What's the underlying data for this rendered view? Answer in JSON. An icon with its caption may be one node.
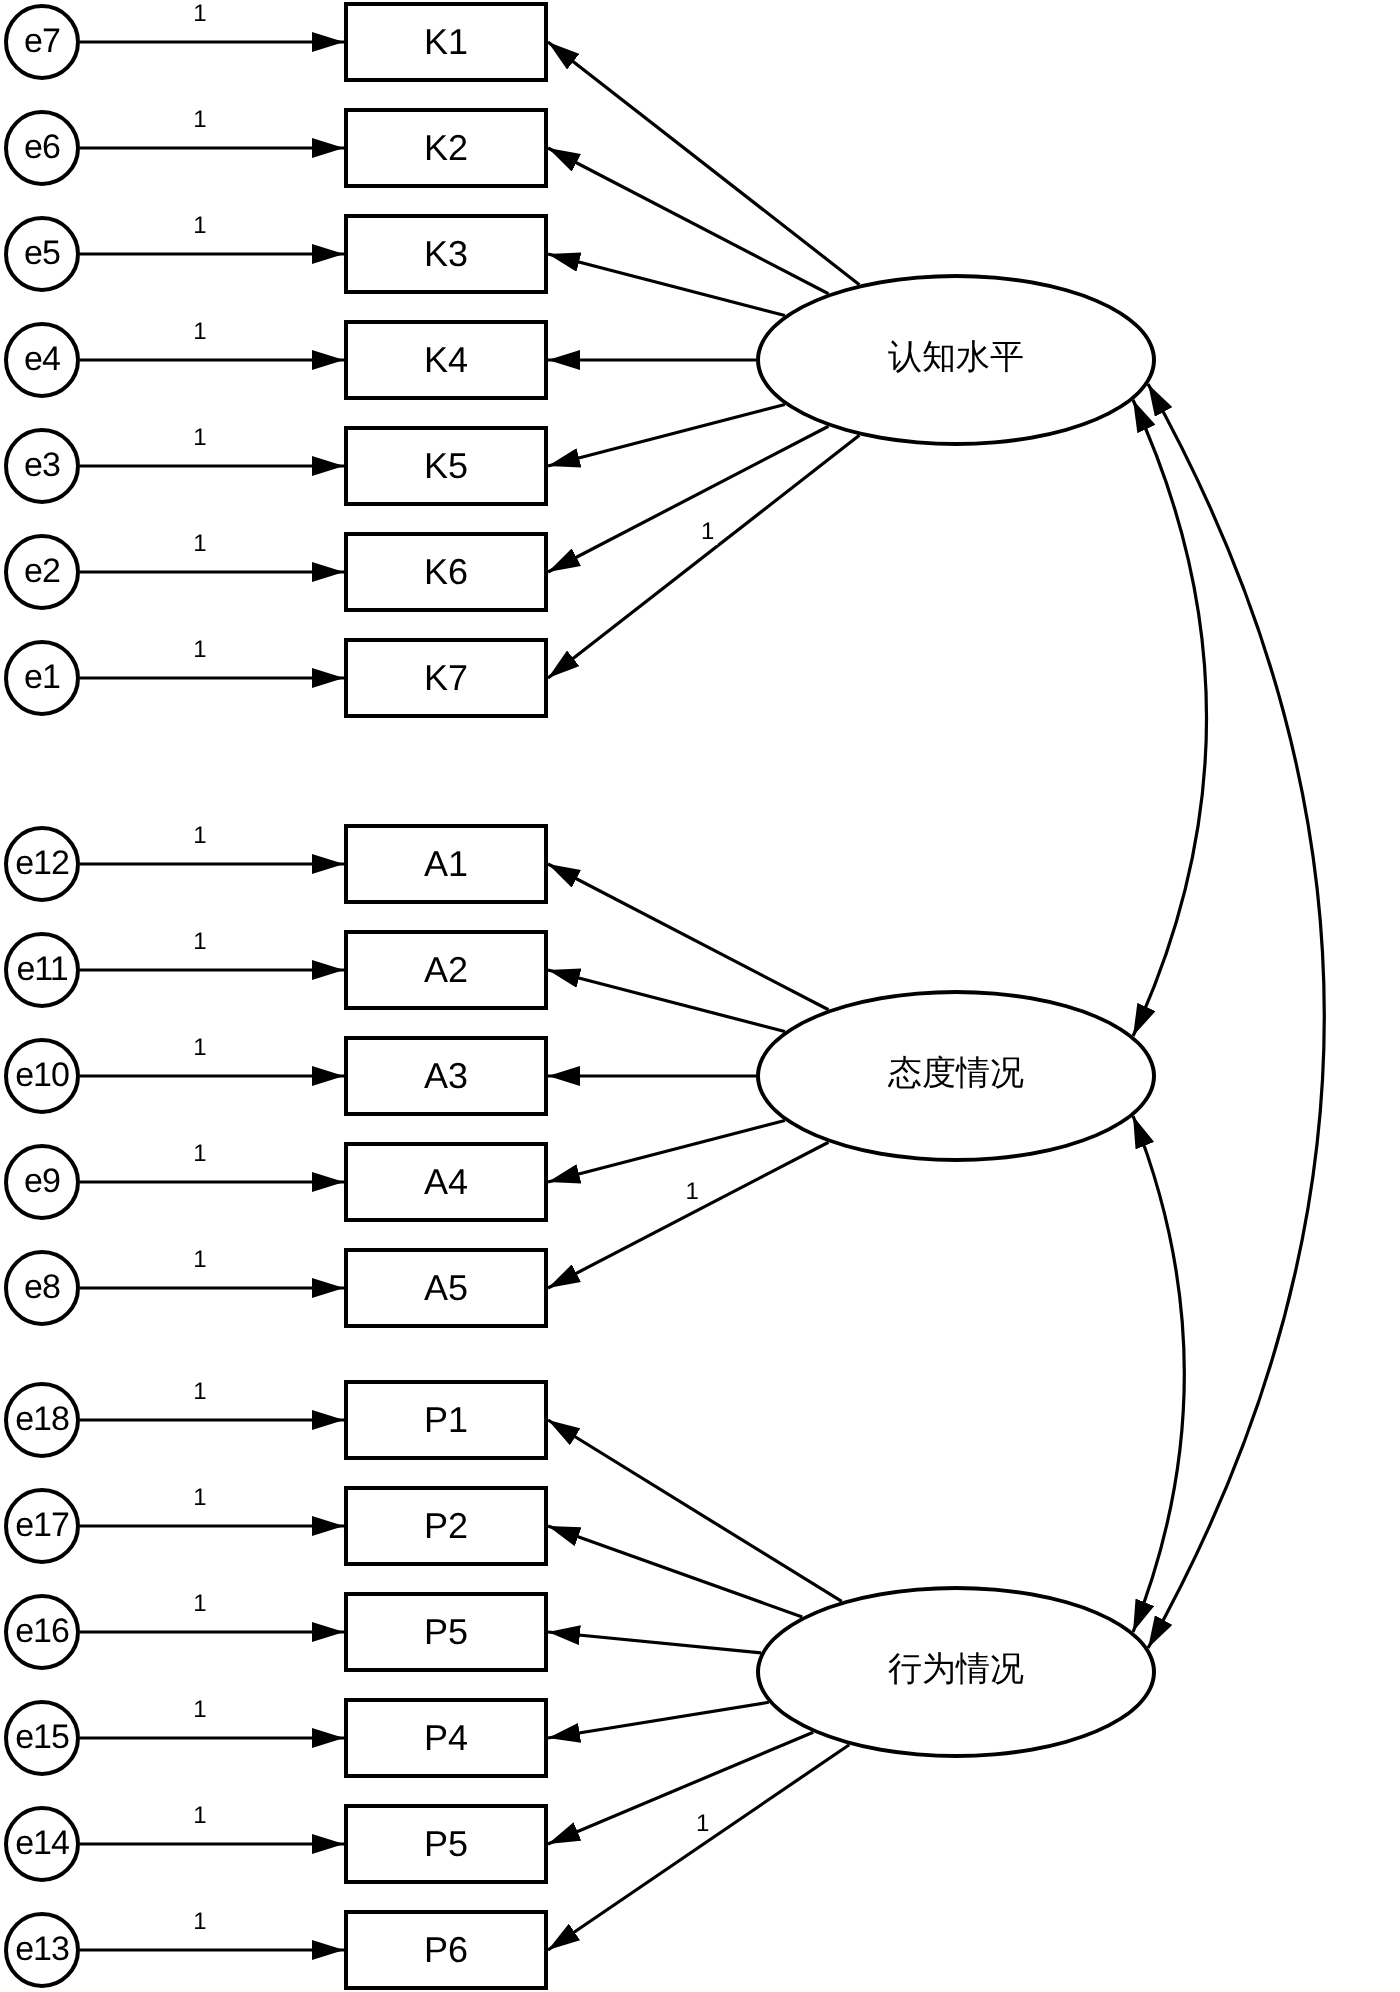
{
  "diagram": {
    "nodes": [
      {
        "text": [
          "e7"
        ]
      },
      {
        "text": [
          "K1"
        ]
      },
      {
        "text": [
          "e6"
        ]
      },
      {
        "text": [
          "K2"
        ]
      },
      {
        "text": [
          "e5"
        ]
      },
      {
        "text": [
          "K3"
        ]
      },
      {
        "text": [
          "e4"
        ]
      },
      {
        "text": [
          "K4"
        ]
      },
      {
        "text": [
          "认知水平"
        ]
      },
      {
        "text": [
          "e3"
        ]
      },
      {
        "text": [
          "K5"
        ]
      },
      {
        "text": [
          "e2"
        ]
      },
      {
        "text": [
          "K6"
        ]
      },
      {
        "text": [
          "e1"
        ]
      },
      {
        "text": [
          "K7"
        ]
      },
      {
        "text": [
          "e12"
        ]
      },
      {
        "text": [
          "A1"
        ]
      },
      {
        "text": [
          "e11"
        ]
      },
      {
        "text": [
          "A2"
        ]
      },
      {
        "text": [
          "e10"
        ]
      },
      {
        "text": [
          "A3"
        ]
      },
      {
        "text": [
          "态度情况"
        ]
      },
      {
        "text": [
          "e9"
        ]
      },
      {
        "text": [
          "A4"
        ]
      },
      {
        "text": [
          "e8"
        ]
      },
      {
        "text": [
          "A5"
        ]
      },
      {
        "text": [
          "e18"
        ]
      },
      {
        "text": [
          "P1"
        ]
      },
      {
        "text": [
          "e17"
        ]
      },
      {
        "text": [
          "P2"
        ]
      },
      {
        "text": [
          "e16"
        ]
      },
      {
        "text": [
          "P5"
        ]
      },
      {
        "text": [
          "行为情况"
        ]
      },
      {
        "text": [
          "e15"
        ]
      },
      {
        "text": [
          "P4"
        ]
      },
      {
        "text": [
          "e14"
        ]
      },
      {
        "text": [
          "P5"
        ]
      },
      {
        "text": [
          "e13"
        ]
      },
      {
        "text": [
          "P6"
        ]
      }
    ],
    "edges": [
      {
        "from": 0,
        "to": 1,
        "arrow": "to",
        "label": "1"
      },
      {
        "from": 2,
        "to": 3,
        "arrow": "to",
        "label": "1"
      },
      {
        "from": 4,
        "to": 5,
        "arrow": "to",
        "label": "1"
      },
      {
        "from": 6,
        "to": 7,
        "arrow": "to",
        "label": "1"
      },
      {
        "from": 9,
        "to": 10,
        "arrow": "to",
        "label": "1"
      },
      {
        "from": 11,
        "to": 12,
        "arrow": "to",
        "label": "1"
      },
      {
        "from": 13,
        "to": 14,
        "arrow": "to",
        "label": "1"
      },
      {
        "from": 8,
        "to": 1,
        "arrow": "to"
      },
      {
        "from": 8,
        "to": 3,
        "arrow": "to"
      },
      {
        "from": 8,
        "to": 5,
        "arrow": "to"
      },
      {
        "from": 8,
        "to": 7,
        "arrow": "to"
      },
      {
        "from": 8,
        "to": 10,
        "arrow": "to"
      },
      {
        "from": 8,
        "to": 12,
        "arrow": "to"
      },
      {
        "from": 8,
        "to": 14,
        "arrow": "to",
        "label": "1"
      },
      {
        "from": 15,
        "to": 16,
        "arrow": "to",
        "label": "1"
      },
      {
        "from": 17,
        "to": 18,
        "arrow": "to",
        "label": "1"
      },
      {
        "from": 19,
        "to": 20,
        "arrow": "to",
        "label": "1"
      },
      {
        "from": 22,
        "to": 23,
        "arrow": "to",
        "label": "1"
      },
      {
        "from": 24,
        "to": 25,
        "arrow": "to",
        "label": "1"
      },
      {
        "from": 21,
        "to": 16,
        "arrow": "to"
      },
      {
        "from": 21,
        "to": 18,
        "arrow": "to"
      },
      {
        "from": 21,
        "to": 20,
        "arrow": "to"
      },
      {
        "from": 21,
        "to": 23,
        "arrow": "to"
      },
      {
        "from": 21,
        "to": 25,
        "arrow": "to",
        "label": "1"
      },
      {
        "from": 26,
        "to": 27,
        "arrow": "to",
        "label": "1"
      },
      {
        "from": 28,
        "to": 29,
        "arrow": "to",
        "label": "1"
      },
      {
        "from": 30,
        "to": 31,
        "arrow": "to",
        "label": "1"
      },
      {
        "from": 33,
        "to": 34,
        "arrow": "to",
        "label": "1"
      },
      {
        "from": 35,
        "to": 36,
        "arrow": "to",
        "label": "1"
      },
      {
        "from": 37,
        "to": 38,
        "arrow": "to",
        "label": "1"
      },
      {
        "from": 32,
        "to": 27,
        "arrow": "to"
      },
      {
        "from": 32,
        "to": 29,
        "arrow": "to"
      },
      {
        "from": 32,
        "to": 31,
        "arrow": "to"
      },
      {
        "from": 32,
        "to": 34,
        "arrow": "to"
      },
      {
        "from": 32,
        "to": 36,
        "arrow": "to"
      },
      {
        "from": 32,
        "to": 38,
        "arrow": "to",
        "label": "1"
      },
      {
        "from": 8,
        "to": 21,
        "arrow": "both"
      },
      {
        "from": 8,
        "to": 32,
        "arrow": "both"
      },
      {
        "from": 21,
        "to": 32,
        "arrow": "both"
      }
    ]
  }
}
